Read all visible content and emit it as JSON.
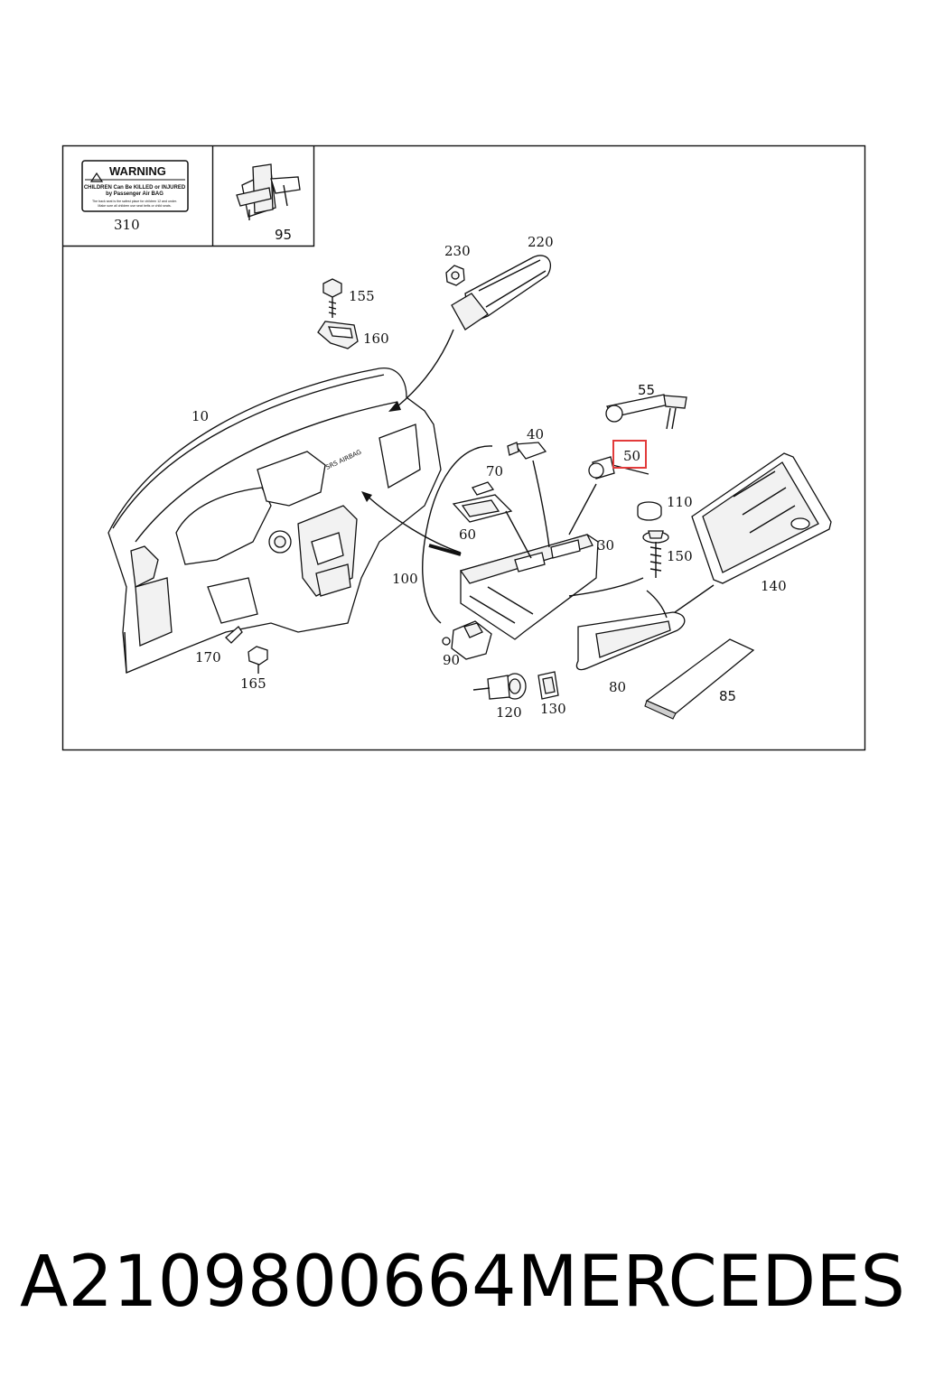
{
  "warning_label": {
    "title": "WARNING",
    "line1": "CHILDREN Can Be KILLED or INJURED",
    "line2": "by Passenger Air BAG",
    "fine1": "The back seat is the safest place for children 12 and under.",
    "fine2": "Make sure all children use seat belts or child seats."
  },
  "airbag_label_text": "SRS AIRBAG",
  "callouts": {
    "p310": "310",
    "p95": "95",
    "p230": "230",
    "p220": "220",
    "p155": "155",
    "p160": "160",
    "p10": "10",
    "p55": "55",
    "p40": "40",
    "p50": "50",
    "p70": "70",
    "p110": "110",
    "p60": "60",
    "p30": "30",
    "p150": "150",
    "p140": "140",
    "p100": "100",
    "p170": "170",
    "p165": "165",
    "p90": "90",
    "p120": "120",
    "p130": "130",
    "p80": "80",
    "p85": "85"
  },
  "highlight_color": "#e23b3b",
  "footer": {
    "part_number": "A2109800664",
    "brand": "MERCEDES"
  }
}
